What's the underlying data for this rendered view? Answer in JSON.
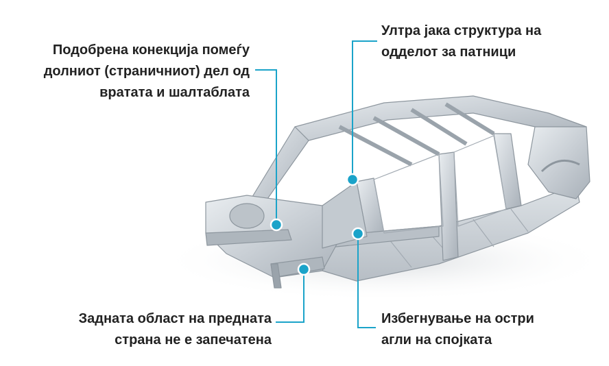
{
  "colors": {
    "accent": "#1aa3c9",
    "text": "#222222",
    "frame": "#9aa3ab"
  },
  "labels": {
    "top_left": [
      "Подобрена конекција помеѓу",
      "долниот (страничниот) дел од",
      "вратата и шалтаблата"
    ],
    "top_right": [
      "Ултра јака структура на",
      "одделот за патници"
    ],
    "bottom_left": [
      "Задната област на предната",
      "страна не е запечатена"
    ],
    "bottom_right": [
      "Избегнување на остри",
      "агли на спојката"
    ]
  }
}
